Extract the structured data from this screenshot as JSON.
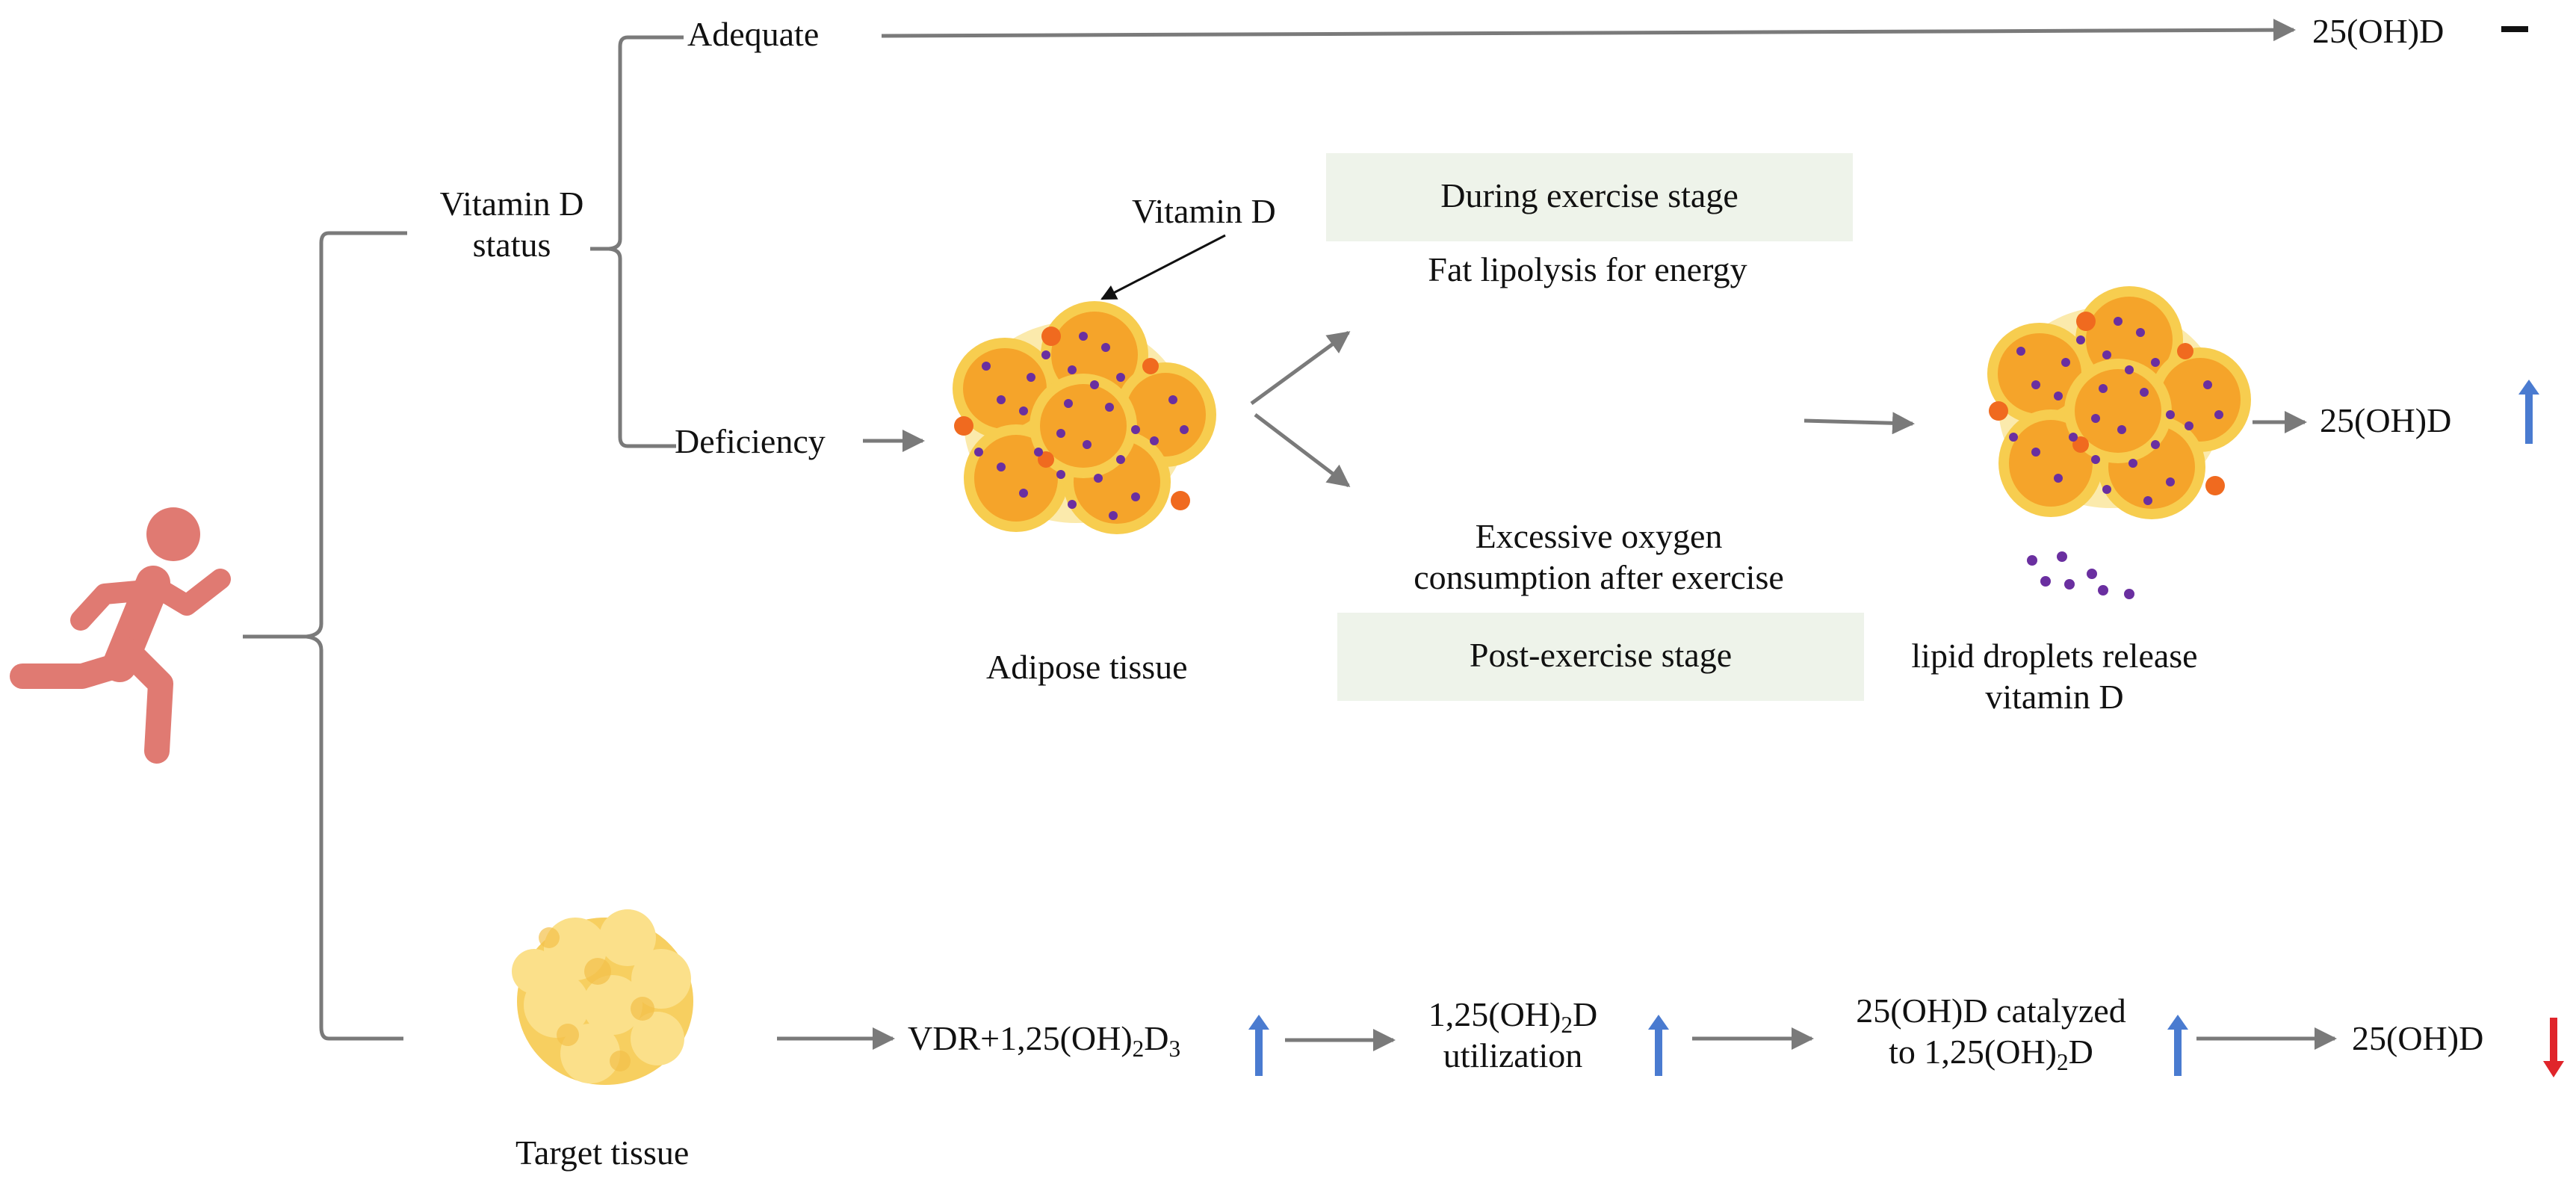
{
  "labels": {
    "adequate": "Adequate",
    "result_top": "25(OH)D",
    "vitd_status_line1": "Vitamin D",
    "vitd_status_line2": "status",
    "vitamin_d_pointer": "Vitamin D",
    "deficiency": "Deficiency",
    "adipose_tissue": "Adipose tissue",
    "during_stage": "During exercise stage",
    "fat_lipolysis": "Fat lipolysis for energy",
    "excess_o2_line1": "Excessive oxygen",
    "excess_o2_line2": "consumption after exercise",
    "post_stage": "Post-exercise stage",
    "lipid_release_line1": "lipid droplets release",
    "lipid_release_line2": "vitamin D",
    "result_mid": "25(OH)D",
    "target_tissue": "Target tissue",
    "vdr": {
      "pre": "VDR+1,25(OH)",
      "sub1": "2",
      "mid": "D",
      "sub2": "3"
    },
    "utilization": {
      "pre": "1,25(OH)",
      "sub": "2",
      "post": "D",
      "line2": "utilization"
    },
    "catalyzed": {
      "line1": "25(OH)D catalyzed",
      "pre": "to 1,25(OH)",
      "sub": "2",
      "post": "D"
    },
    "result_bottom": "25(OH)D"
  },
  "icons": [
    "running-person-icon",
    "adipose-cell-cluster-icon",
    "target-tissue-icon",
    "up-arrow-icon",
    "down-arrow-icon",
    "dash-icon"
  ],
  "colors": {
    "runner": "#e07a72",
    "up_arrow": "#4a7bd0",
    "down_arrow": "#e0252b",
    "connector": "#7a7a7a",
    "stage_box": "#eef3ea",
    "cell_fill": "#f5a42a",
    "cell_membrane": "#f7cd4f",
    "vitamin_d_dot": "#6a2fa0",
    "nucleus": "#f06a1f"
  }
}
